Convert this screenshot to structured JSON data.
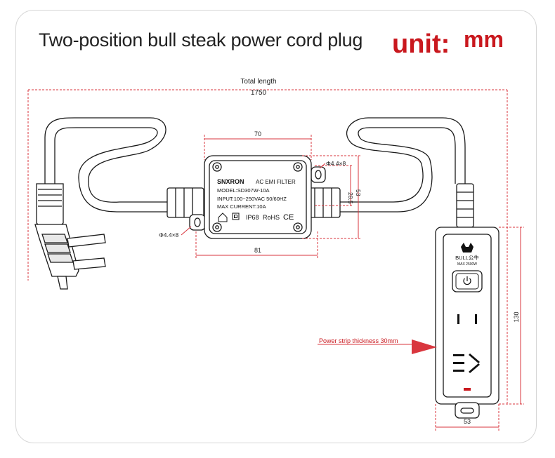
{
  "header": {
    "title": "Two-position bull steak power cord plug",
    "unit_label": "unit:",
    "unit_value": "mm"
  },
  "dimensions": {
    "total_length_label": "Total length",
    "total_length_value": "1750",
    "box_width_top": "70",
    "box_width_bottom": "81",
    "hole_right": "Φ4.4×8",
    "hole_left": "Φ4.4×8",
    "box_inner_height": "28.5",
    "box_outer_height": "53",
    "strip_height": "130",
    "strip_width": "53",
    "strip_thickness_note": "Power strip thickness 30mm"
  },
  "filter_box": {
    "brand": "SNXRON",
    "type": "AC EMI FILTER",
    "model": "MODEL:SD307W-10A",
    "input": "INPUT:100~250VAC 50/60HZ",
    "current": "MAX CURRENT:10A",
    "ip_rating": "IP68",
    "rohs": "RoHS",
    "ce": "CE"
  },
  "power_strip": {
    "brand": "BULL公牛",
    "max_power": "MAX 2500W"
  },
  "colors": {
    "dim_red": "#d9363e",
    "title_red": "#c9181e",
    "line": "#1a1a1a"
  }
}
